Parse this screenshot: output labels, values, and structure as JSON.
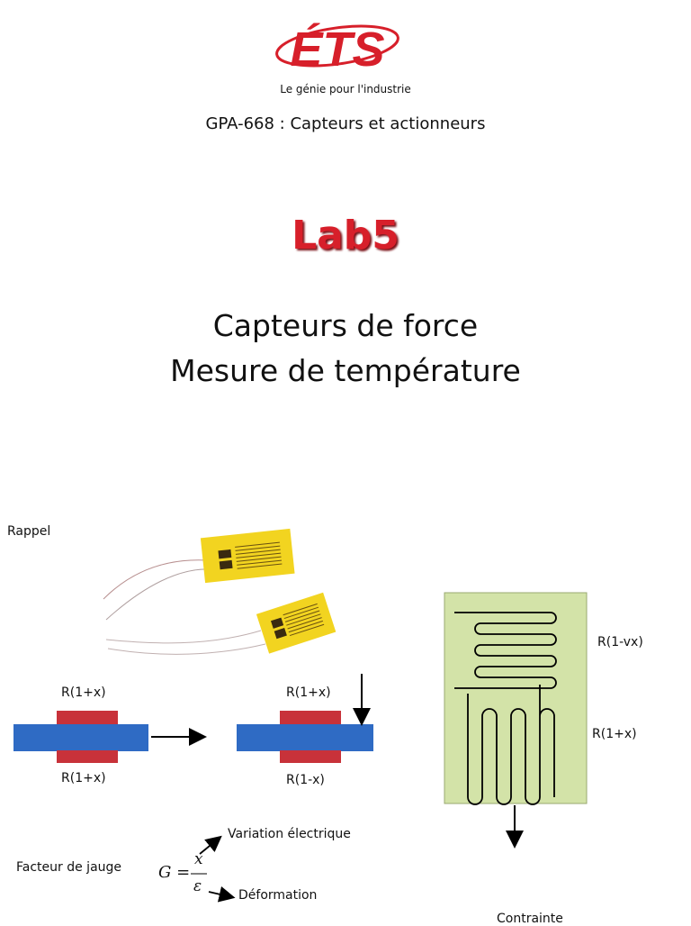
{
  "header": {
    "logo_text": "ÉTS",
    "tagline": "Le génie pour l'industrie",
    "course": "GPA-668 : Capteurs et actionneurs"
  },
  "title": {
    "lab": "Lab5",
    "line1": "Capteurs de force",
    "line2": "Mesure de température"
  },
  "diagram": {
    "rappel": "Rappel",
    "left_top": "R(1+x)",
    "left_bottom": "R(1+x)",
    "mid_top": "R(1+x)",
    "mid_bottom": "R(1-x)",
    "right_top": "R(1-vx)",
    "right_bottom": "R(1+x)",
    "gauge_factor_label": "Facteur de jauge",
    "formula_lhs": "G =",
    "formula_num": "x",
    "formula_den": "ε",
    "electrical_variation": "Variation électrique",
    "deformation": "Déformation",
    "stress": "Contrainte"
  },
  "colors": {
    "brand_red": "#d71f2a",
    "bar_blue": "#2f6bc4",
    "gauge_red": "#c8323a",
    "panel_green": "#d3e3a8",
    "foil_yellow": "#f2d420"
  }
}
